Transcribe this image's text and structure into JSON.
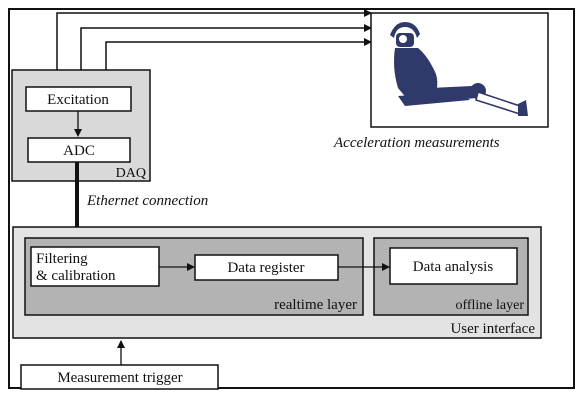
{
  "nodes": {
    "excitation": "Excitation",
    "adc": "ADC",
    "daq": "DAQ",
    "filtering_line1": "Filtering",
    "filtering_line2": "& calibration",
    "data_register": "Data register",
    "data_analysis": "Data analysis",
    "realtime_layer": "realtime layer",
    "offline_layer": "offline layer",
    "user_interface": "User interface",
    "measurement_trigger": "Measurement trigger"
  },
  "labels": {
    "ethernet_connection": "Ethernet connection",
    "acceleration_measurements": "Acceleration measurements"
  },
  "icons": {
    "seated_occupant": "seated-occupant-icon"
  }
}
